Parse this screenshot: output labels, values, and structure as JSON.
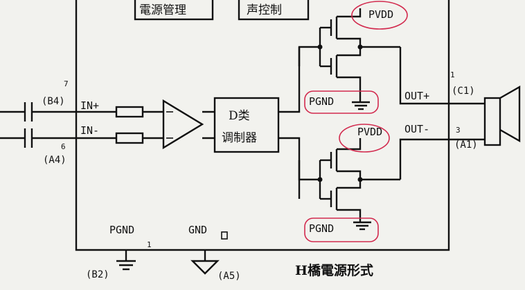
{
  "top_blocks": {
    "power": "電源管理",
    "audio": "声控制"
  },
  "inputs": {
    "in_plus": "IN+",
    "in_minus": "IN-",
    "pin_b4": "(B4)",
    "pin_a4": "(A4)",
    "num_b4": "7",
    "num_a4": "6"
  },
  "modulator": {
    "line1": "D类",
    "line2": "调制器"
  },
  "power_rails": {
    "pvdd_top": "PVDD",
    "pvdd_bottom": "PVDD",
    "pgnd_top": "PGND",
    "pgnd_bottom": "PGND"
  },
  "outputs": {
    "out_plus": "OUT+",
    "out_minus": "OUT-",
    "pin_c1": "(C1)",
    "pin_a1": "(A1)",
    "num_c1": "1",
    "num_a1": "3"
  },
  "bottom": {
    "pgnd": "PGND",
    "gnd": "GND",
    "pin_b2": "(B2)",
    "pin_a5": "(A5)",
    "num_pgnd": "1"
  },
  "caption": "H橋電源形式",
  "colors": {
    "line": "#111111",
    "annotation": "#d22a4e",
    "background": "#f2f2ee"
  }
}
